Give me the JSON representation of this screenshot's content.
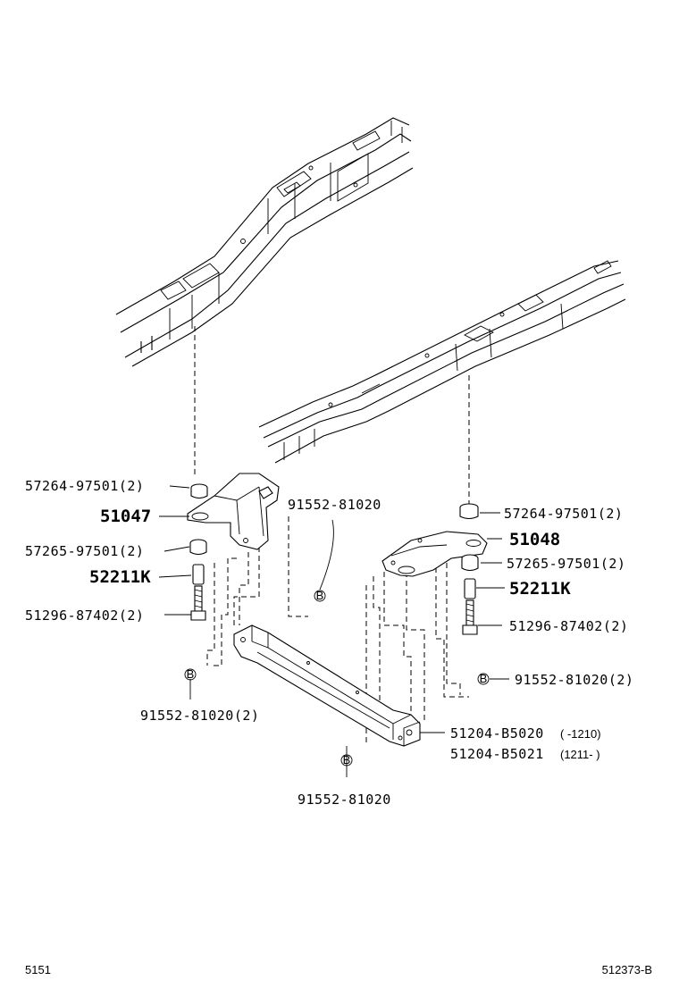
{
  "diagram": {
    "labels": {
      "p57264_left": "57264-97501(2)",
      "p51047": "51047",
      "p57265_left": "57265-97501(2)",
      "p52211_left": "52211K",
      "p51296_left": "51296-87402(2)",
      "p91552_top": "91552-81020",
      "p57264_right": "57264-97501(2)",
      "p51048": "51048",
      "p57265_right": "57265-97501(2)",
      "p52211_right": "52211K",
      "p51296_right": "51296-87402(2)",
      "p91552_right": "91552-81020(2)",
      "p91552_left": "91552-81020(2)",
      "p51204_a": "51204-B5020",
      "p51204_a_range": "(    -1210)",
      "p51204_b": "51204-B5021",
      "p51204_b_range": "(1211-    )",
      "p91552_bottom": "91552-81020"
    },
    "callout_symbol": "B",
    "footer": {
      "left": "5151",
      "right": "512373-B"
    }
  }
}
